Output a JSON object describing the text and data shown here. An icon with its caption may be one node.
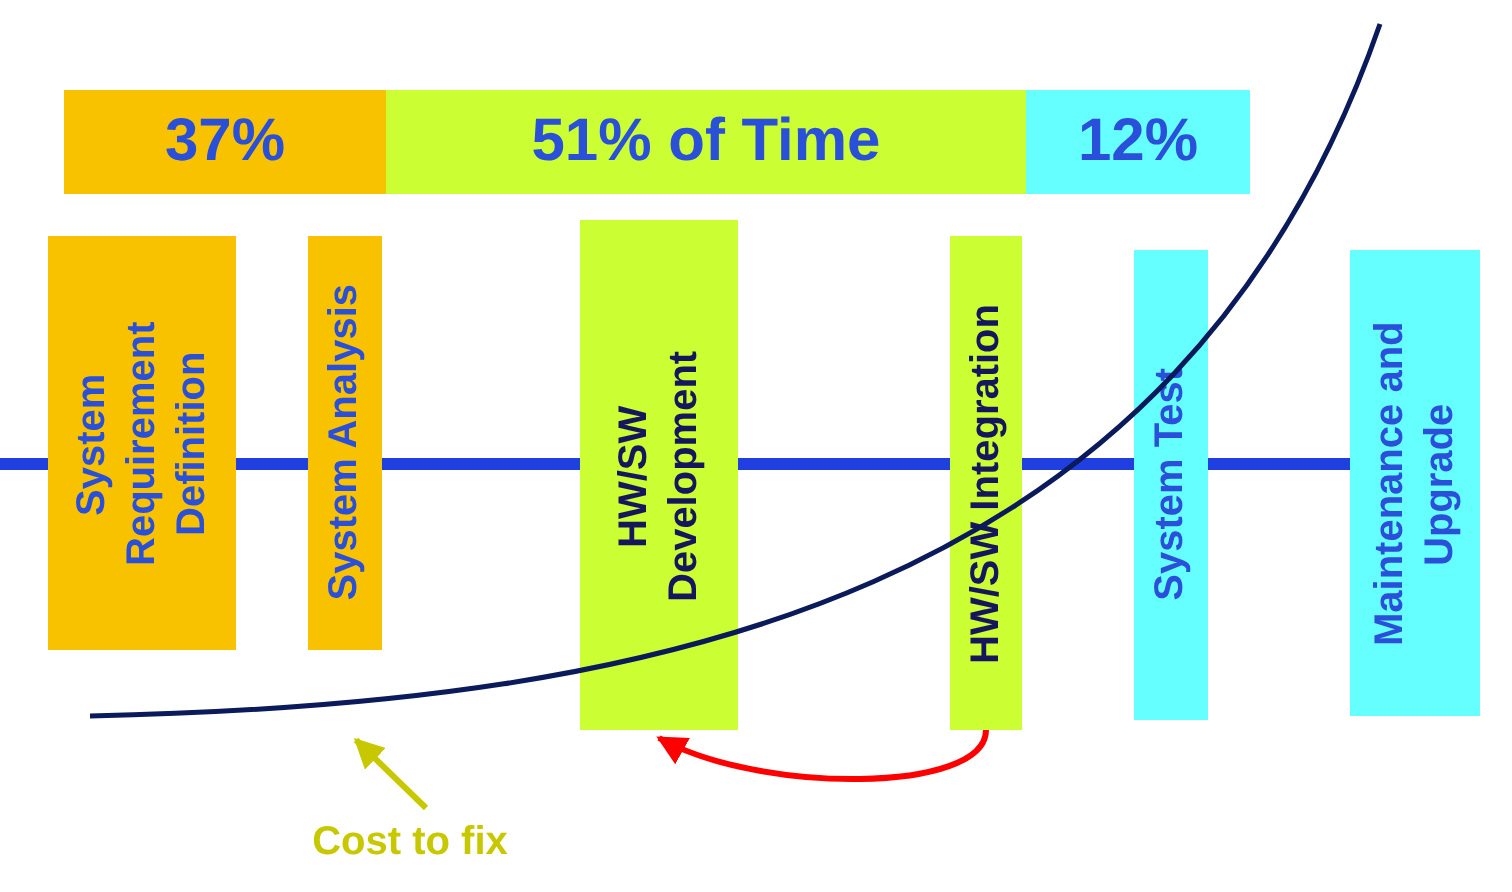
{
  "diagram": {
    "nodes": [
      {
        "text": [
          "37%"
        ]
      },
      {
        "text": [
          "51% of Time"
        ]
      },
      {
        "text": [
          "12%"
        ]
      },
      {
        "text": [
          "System Requirement Definition"
        ]
      },
      {
        "text": [
          "System Analysis"
        ]
      },
      {
        "text": [
          "HW/SW Development"
        ]
      },
      {
        "text": [
          "HW/SW Integration"
        ]
      },
      {
        "text": [
          "System Test"
        ]
      },
      {
        "text": [
          "Maintenance and Upgrade"
        ]
      },
      {
        "text": [
          "Cost to fix"
        ]
      }
    ],
    "edges": [
      {
        "from": 6,
        "to": 5,
        "arrow": "to",
        "color": "#ff0000"
      },
      {
        "from": 9,
        "to": null,
        "arrow": "to",
        "color": "#c8c800"
      }
    ]
  }
}
